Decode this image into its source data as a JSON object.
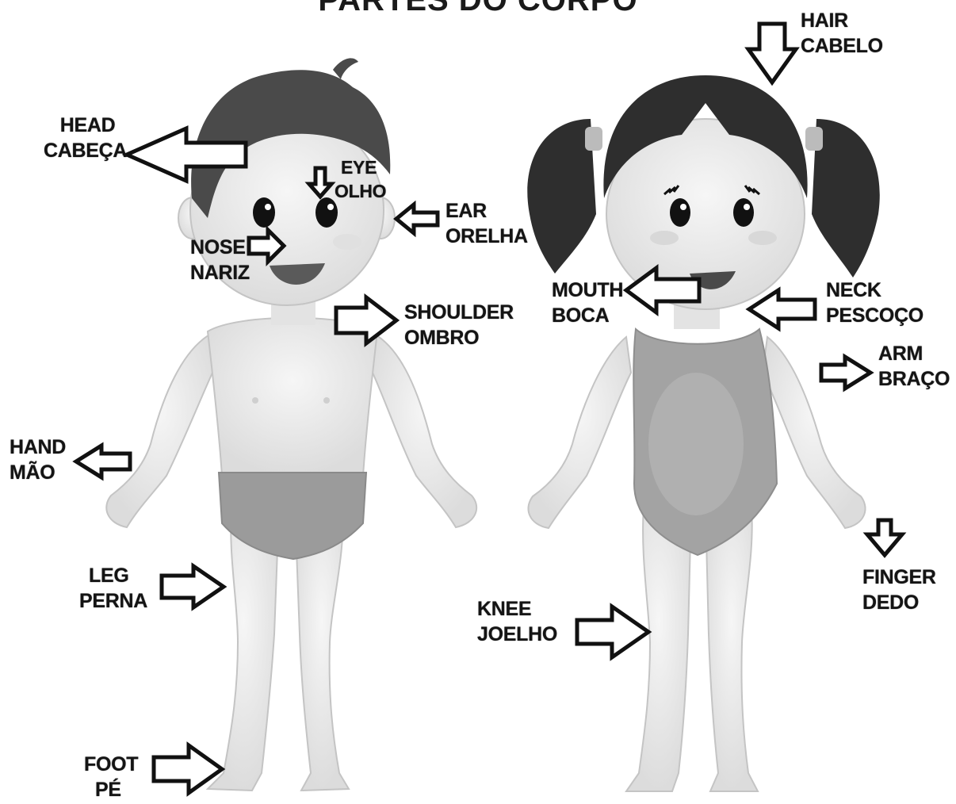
{
  "title": "PARTES DO CORPO",
  "labels": {
    "head": {
      "en": "HEAD",
      "pt": "CABEÇA"
    },
    "eye": {
      "en": "EYE",
      "pt": "OLHO"
    },
    "ear": {
      "en": "EAR",
      "pt": "ORELHA"
    },
    "nose": {
      "en": "NOSE",
      "pt": "NARIZ"
    },
    "shoulder": {
      "en": "SHOULDER",
      "pt": "OMBRO"
    },
    "hand": {
      "en": "HAND",
      "pt": "MÃO"
    },
    "leg": {
      "en": "LEG",
      "pt": "PERNA"
    },
    "foot": {
      "en": "FOOT",
      "pt": "PÉ"
    },
    "hair": {
      "en": "HAIR",
      "pt": "CABELO"
    },
    "mouth": {
      "en": "MOUTH",
      "pt": "BOCA"
    },
    "neck": {
      "en": "NECK",
      "pt": "PESCOÇO"
    },
    "arm": {
      "en": "ARM",
      "pt": "BRAÇO"
    },
    "finger": {
      "en": "FINGER",
      "pt": "DEDO"
    },
    "knee": {
      "en": "KNEE",
      "pt": "JOELHO"
    }
  },
  "colors": {
    "skin": "#ececec",
    "skin_shadow": "#d9d9d9",
    "outline": "#a8a8a8",
    "boy_hair": "#4a4a4a",
    "girl_hair": "#2e2e2e",
    "swimsuit": "#a3a3a3",
    "briefs": "#9b9b9b",
    "arrow_stroke": "#111111"
  }
}
